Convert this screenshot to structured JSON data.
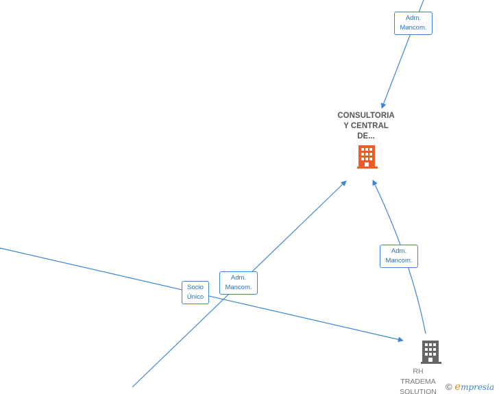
{
  "nodes": {
    "consultoria": {
      "lines": [
        "CONSULTORIA",
        "Y CENTRAL",
        "DE..."
      ],
      "icon": "building-icon",
      "color": "#f05a24"
    },
    "rh": {
      "lines": [
        "RH",
        "TRADEMA",
        "SOLUTION"
      ],
      "icon": "building-icon",
      "color": "#666666"
    }
  },
  "edges": {
    "top": {
      "line1": "Adm.",
      "line2": "Mancom."
    },
    "rh_to_consultoria": {
      "line1": "Adm.",
      "line2": "Mancom."
    },
    "bottom_to_consultoria": {
      "line1": "Adm.",
      "line2": "Mancom."
    },
    "socio_unico": {
      "line1": "Socio",
      "line2": "Único"
    }
  },
  "edge_color": "#3a84d4",
  "branding": {
    "copyright": "©",
    "brand_first": "e",
    "brand_rest": "mpresia"
  }
}
